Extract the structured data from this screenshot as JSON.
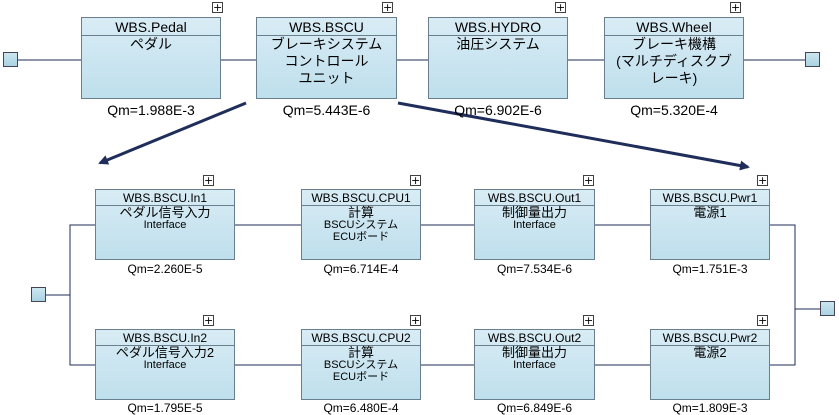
{
  "top_row": [
    {
      "id": "WBS.Pedal",
      "lines": [
        "ペダル"
      ],
      "qm": "Qm=1.988E-3"
    },
    {
      "id": "WBS.BSCU",
      "lines": [
        "ブレーキシステム",
        "コントロール",
        "ユニット"
      ],
      "qm": "Qm=5.443E-6"
    },
    {
      "id": "WBS.HYDRO",
      "lines": [
        "油圧システム"
      ],
      "qm": "Qm=6.902E-6"
    },
    {
      "id": "WBS.Wheel",
      "lines": [
        "ブレーキ機構",
        "(マルチディスクブ",
        "レーキ)"
      ],
      "qm": "Qm=5.320E-4"
    }
  ],
  "channel1": [
    {
      "id": "WBS.BSCU.In1",
      "lines": [
        "ペダル信号入力",
        "Interface"
      ],
      "qm": "Qm=2.260E-5"
    },
    {
      "id": "WBS.BSCU.CPU1",
      "lines": [
        "計算",
        "BSCUシステム",
        "ECUボード"
      ],
      "qm": "Qm=6.714E-4"
    },
    {
      "id": "WBS.BSCU.Out1",
      "lines": [
        "制御量出力",
        "Interface"
      ],
      "qm": "Qm=7.534E-6"
    },
    {
      "id": "WBS.BSCU.Pwr1",
      "lines": [
        "電源1"
      ],
      "qm": "Qm=1.751E-3"
    }
  ],
  "channel2": [
    {
      "id": "WBS.BSCU.In2",
      "lines": [
        "ペダル信号入力2",
        "Interface"
      ],
      "qm": "Qm=1.795E-5"
    },
    {
      "id": "WBS.BSCU.CPU2",
      "lines": [
        "計算",
        "BSCUシステム",
        "ECUボード"
      ],
      "qm": "Qm=6.480E-4"
    },
    {
      "id": "WBS.BSCU.Out2",
      "lines": [
        "制御量出力",
        "Interface"
      ],
      "qm": "Qm=6.849E-6"
    },
    {
      "id": "WBS.BSCU.Pwr2",
      "lines": [
        "電源2"
      ],
      "qm": "Qm=1.809E-3"
    }
  ],
  "expand_glyph": "+",
  "colors": {
    "block_fill": "#c8e4f0",
    "block_border": "#6a7f8e",
    "wire": "#1f2d5a",
    "arrow": "#1f2d5a"
  }
}
